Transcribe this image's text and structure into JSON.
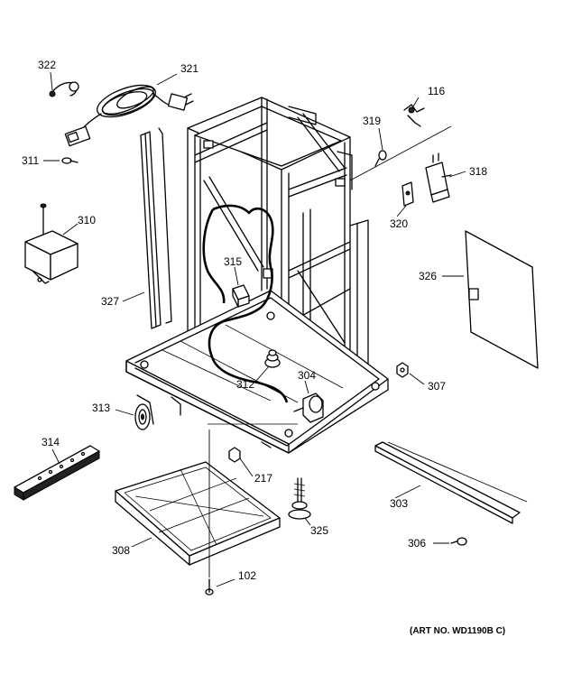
{
  "labels": {
    "p322": "322",
    "p321": "321",
    "p116": "116",
    "p319": "319",
    "p311": "311",
    "p318": "318",
    "p310": "310",
    "p320": "320",
    "p326": "326",
    "p315": "315",
    "p327": "327",
    "p307": "307",
    "p312": "312",
    "p304": "304",
    "p313": "313",
    "p314": "314",
    "p217": "217",
    "p303": "303",
    "p325": "325",
    "p308": "308",
    "p306": "306",
    "p102": "102"
  },
  "art_number": "(ART NO. WD1190B C)"
}
